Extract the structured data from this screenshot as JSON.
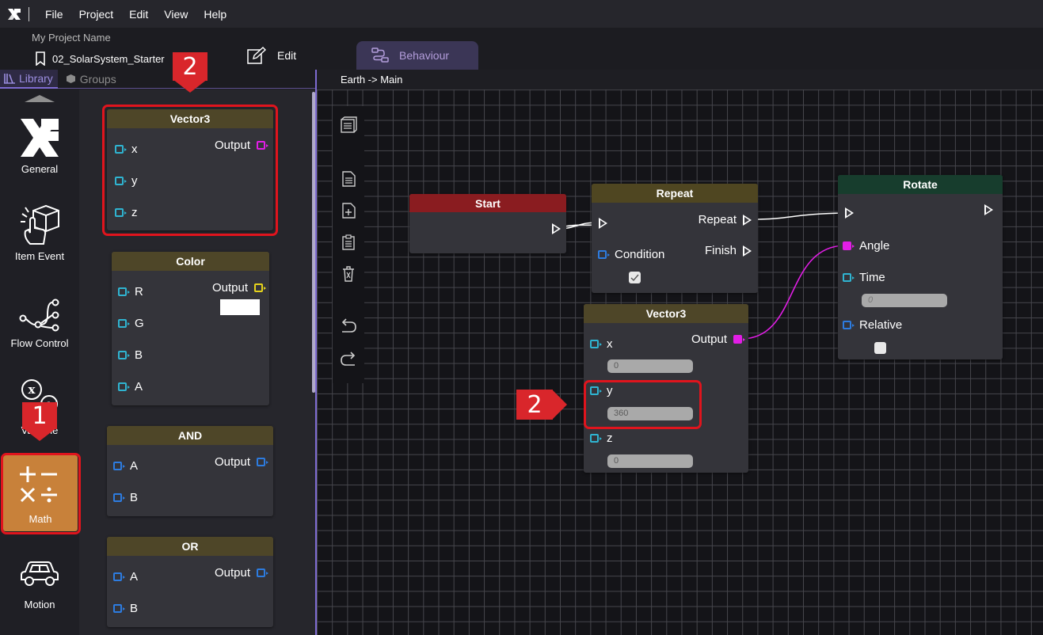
{
  "menubar": {
    "items": [
      "File",
      "Project",
      "Edit",
      "View",
      "Help"
    ]
  },
  "header": {
    "project_name": "My Project Name",
    "file_name": "02_SolarSystem_Starter",
    "edit_label": "Edit",
    "tab_behaviour": "Behaviour"
  },
  "library_tabs": {
    "library": "Library",
    "groups": "Groups"
  },
  "categories": [
    {
      "label": "General",
      "icon": "general-logo-icon"
    },
    {
      "label": "Item Event",
      "icon": "item-event-icon"
    },
    {
      "label": "Flow Control",
      "icon": "flow-control-icon"
    },
    {
      "label": "Variable",
      "icon": "variable-icon"
    },
    {
      "label": "Math",
      "icon": "math-icon"
    },
    {
      "label": "Motion",
      "icon": "car-icon"
    }
  ],
  "library_nodes": {
    "vector3": {
      "title": "Vector3",
      "inputs": [
        "x",
        "y",
        "z"
      ],
      "output": "Output"
    },
    "color": {
      "title": "Color",
      "inputs": [
        "R",
        "G",
        "B",
        "A"
      ],
      "output": "Output",
      "swatch": "#ffffff"
    },
    "and": {
      "title": "AND",
      "inputs": [
        "A",
        "B"
      ],
      "output": "Output"
    },
    "or": {
      "title": "OR",
      "inputs": [
        "A",
        "B"
      ],
      "output": "Output"
    }
  },
  "canvas": {
    "breadcrumb": "Earth -> Main",
    "start": {
      "title": "Start"
    },
    "repeat": {
      "title": "Repeat",
      "out_repeat": "Repeat",
      "out_finish": "Finish",
      "in_condition": "Condition",
      "condition_checked": true
    },
    "vector3": {
      "title": "Vector3",
      "output": "Output",
      "x_label": "x",
      "x_value": "0",
      "y_label": "y",
      "y_value": "360",
      "z_label": "z",
      "z_value": "0"
    },
    "rotate": {
      "title": "Rotate",
      "angle": "Angle",
      "time": "Time",
      "time_value": "0",
      "relative": "Relative",
      "relative_checked": false
    }
  },
  "annotations": {
    "step1": "1",
    "step2_library": "2",
    "step2_canvas": "2"
  },
  "colors": {
    "accent": "#7e6bd1",
    "math_active": "#c8813a",
    "highlight": "#e0141d",
    "start_header": "#8a1c20",
    "rotate_header": "#173d2d",
    "vector_header": "#4e4628",
    "magenta_wire": "#e21ee6"
  }
}
